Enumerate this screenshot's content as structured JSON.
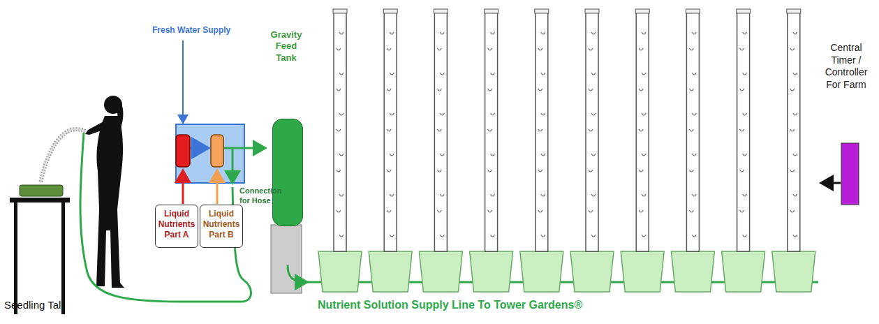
{
  "diagram": {
    "nodes": [
      {
        "text": [
          "Liquid Nutrients Part A"
        ]
      },
      {
        "text": [
          "Liquid Nutrients Part B"
        ]
      },
      {
        "text": [
          "Gravity Feed Tank"
        ]
      },
      {
        "text": [
          "Central Timer / Controller For Farm"
        ]
      }
    ],
    "labels": [
      "Fresh Water Supply",
      "Connection for Hose",
      "Seedling Tal",
      "Nutrient Solution Supply Line To Tower Gardens®"
    ]
  }
}
